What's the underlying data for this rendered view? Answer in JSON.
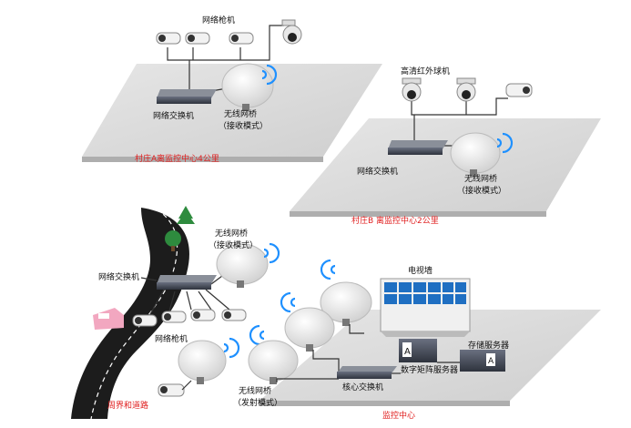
{
  "siteA": {
    "title": "村庄A离监控中心4公里",
    "cameras_label": "网络枪机",
    "switch_label": "网络交换机",
    "bridge_label_1": "无线网桥",
    "bridge_label_2": "（接收模式）"
  },
  "siteB": {
    "title": "村庄B  离监控中心2公里",
    "cameras_label": "高清红外球机",
    "switch_label": "网络交换机",
    "bridge_label_1": "无线网桥",
    "bridge_label_2": "（接收模式）"
  },
  "road": {
    "title": "周界和道路",
    "switch_label": "网络交换机",
    "cameras_label": "网络枪机",
    "bridge_label_1": "无线网桥",
    "bridge_label_2": "（接收模式）"
  },
  "center": {
    "title": "监控中心",
    "videowall_label": "电视墙",
    "matrix_label": "数字矩阵服务器",
    "storage_label": "存储服务器",
    "core_switch_label": "核心交换机",
    "tx_bridge_label_1": "无线网桥",
    "tx_bridge_label_2": "（发射模式）"
  },
  "colors": {
    "title_red": "#e02020",
    "signal_blue": "#1e90ff",
    "platform": "#d9d9d9"
  }
}
